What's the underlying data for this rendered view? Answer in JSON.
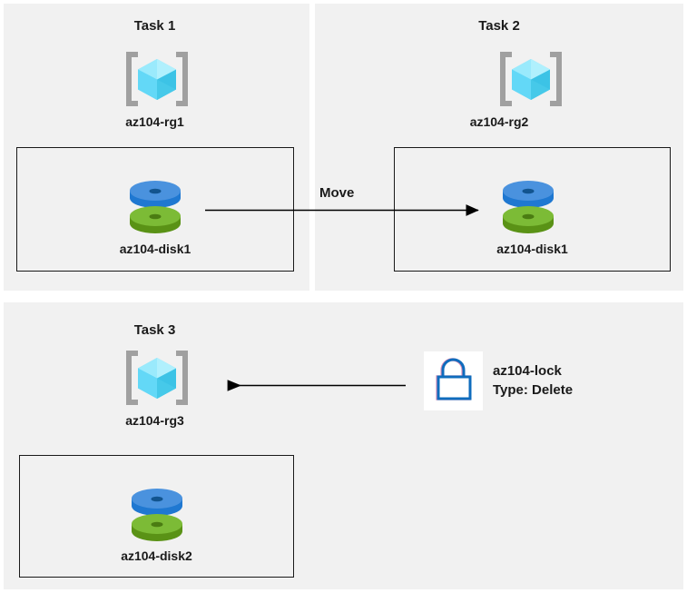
{
  "diagram": {
    "title": "Azure resource group tasks diagram",
    "background": "#ffffff",
    "panel_color": "#f1f1f1",
    "text_color": "#1a1a1a"
  },
  "tasks": [
    {
      "title": "Task 1",
      "resource_group": {
        "label": "az104-rg1",
        "icon": "resource-group-icon"
      },
      "resource": {
        "label": "az104-disk1",
        "icon": "managed-disk-icon"
      }
    },
    {
      "title": "Task 2",
      "resource_group": {
        "label": "az104-rg2",
        "icon": "resource-group-icon"
      },
      "resource": {
        "label": "az104-disk1",
        "icon": "managed-disk-icon"
      }
    },
    {
      "title": "Task 3",
      "resource_group": {
        "label": "az104-rg3",
        "icon": "resource-group-icon"
      },
      "resource": {
        "label": "az104-disk2",
        "icon": "managed-disk-icon"
      }
    }
  ],
  "annotations": {
    "move_label": "Move",
    "lock": {
      "icon": "lock-icon",
      "name": "az104-lock",
      "type_line": "Type: Delete"
    }
  },
  "colors": {
    "disk_blue_top": "#4a92de",
    "disk_blue_side": "#1f78d1",
    "disk_green_top": "#7cbb36",
    "disk_green_side": "#5a9216",
    "rg_cube_light": "#86e3fb",
    "rg_cube_mid": "#55d2f5",
    "rg_cube_dark": "#3ab6dd",
    "rg_bracket": "#a0a0a0",
    "lock_stroke": "#0f6cbd",
    "arrow_stroke": "#000000",
    "box_border": "#1a1a1a"
  }
}
